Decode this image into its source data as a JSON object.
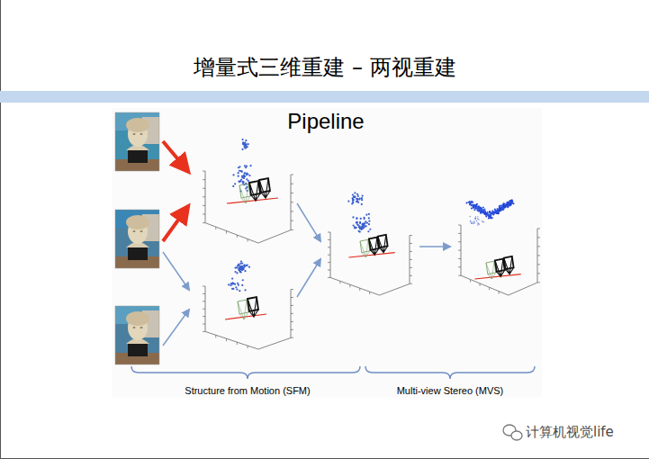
{
  "diagram": {
    "title": "增量式三维重建 – 两视重建",
    "labels": [
      "Pipeline",
      "Structure from Motion (SFM)",
      "Multi-view Stereo (MVS)",
      "计算机视觉life"
    ]
  }
}
